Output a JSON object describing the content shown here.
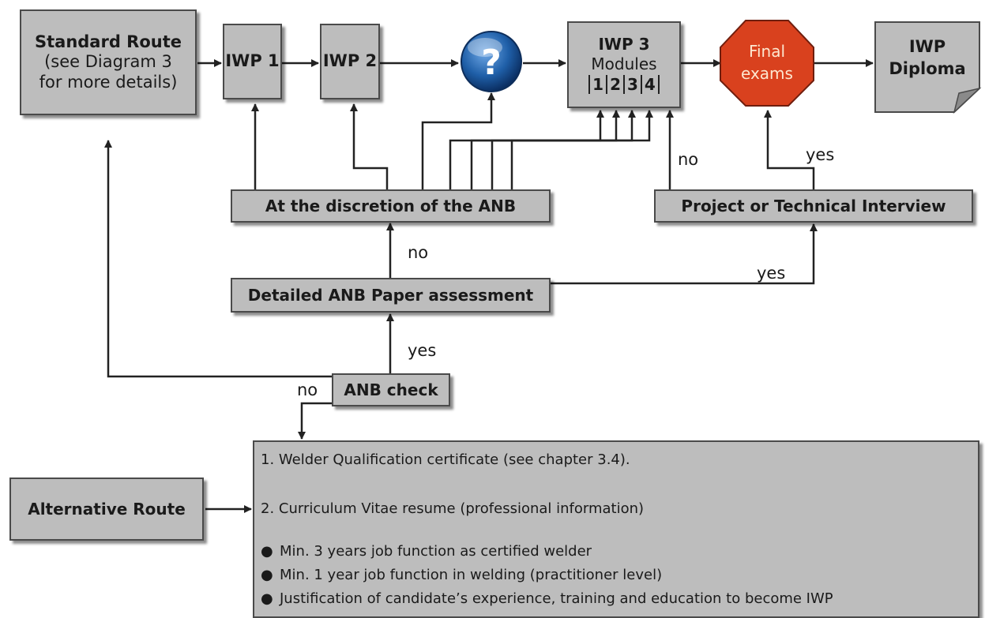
{
  "nodes": {
    "standard_route": [
      "Standard Route",
      "(see Diagram 3",
      "for more details)"
    ],
    "iwp1": "IWP 1",
    "iwp2": "IWP 2",
    "question": "?",
    "iwp3": {
      "title": "IWP 3",
      "subtitle": "Modules",
      "modules": [
        "1",
        "2",
        "3",
        "4"
      ]
    },
    "final_exams": [
      "Final",
      "exams"
    ],
    "diploma": [
      "IWP",
      "Diploma"
    ],
    "discretion": "At the discretion of the ANB",
    "interview": "Project or Technical Interview",
    "paper_assessment": "Detailed ANB Paper assessment",
    "anb_check": "ANB check",
    "alternative_route": "Alternative Route"
  },
  "labels": {
    "no_interview": "no",
    "yes_interview": "yes",
    "no_paper": "no",
    "yes_paper": "yes",
    "yes_check": "yes",
    "no_check": "no"
  },
  "requirements": {
    "items": [
      "1. Welder Qualification certificate (see chapter 3.4).",
      "2. Curriculum Vitae resume (professional information)"
    ],
    "bullets": [
      "Min. 3 years job function as certified welder",
      "Min. 1 year job function in welding (practitioner level)",
      "Justification of candidate’s experience, training and education to become IWP"
    ]
  },
  "colors": {
    "box_fill": "#bdbdbd",
    "line": "#222222",
    "octagon": "#d9411e",
    "question_blue": "#1f5fa8"
  }
}
